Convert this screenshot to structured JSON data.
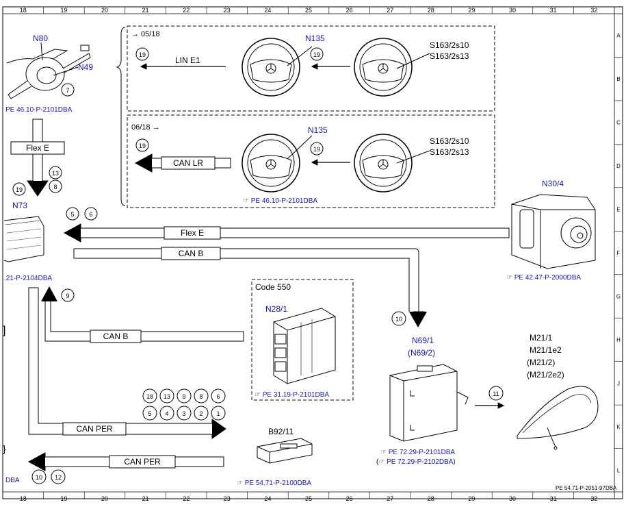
{
  "grid": {
    "columns": [
      "18",
      "19",
      "20",
      "21",
      "22",
      "23",
      "24",
      "25",
      "26",
      "27",
      "28",
      "29",
      "30",
      "31",
      "32"
    ],
    "rows": [
      "A",
      "B",
      "C",
      "D",
      "E",
      "F",
      "G",
      "H",
      "J",
      "K",
      "L"
    ]
  },
  "components": {
    "n80": "N80",
    "n49": "N49",
    "n135_top": "N135",
    "n135_bottom": "N135",
    "n73": "N73",
    "n30_4": "N30/4",
    "n28_1": "N28/1",
    "n69_1": "N69/1",
    "n69_2": "(N69/2)",
    "b92_11": "B92/11",
    "m21_1": "M21/1",
    "m21_1e2": "M21/1e2",
    "m21_2": "(M21/2)",
    "m21_2e2": "(M21/2e2)",
    "s163_top_1": "S163/2s10",
    "s163_top_2": "S163/2s13",
    "s163_bot_1": "S163/2s10",
    "s163_bot_2": "S163/2s13"
  },
  "boxes": {
    "top_date": "→ 05/18",
    "bottom_date": "06/18 →",
    "code550": "Code 550"
  },
  "signals": {
    "lin_e1": "LIN E1",
    "can_lr": "CAN LR",
    "flex_e_vertical": "Flex E",
    "flex_e_horizontal": "Flex E",
    "can_b_top": "CAN B",
    "can_b_left": "CAN B",
    "can_per_right": "CAN PER",
    "can_per_left": "CAN PER"
  },
  "callouts": {
    "c7": "7",
    "c19_top_left": "19",
    "c19_top_mid": "19",
    "c19_bot_left": "19",
    "c19_bot_mid": "19",
    "c13": "13",
    "c8": "8",
    "c19_left": "19",
    "c5": "5",
    "c6": "6",
    "c9": "9",
    "c10_mid": "10",
    "c11": "11",
    "row1": [
      "18",
      "13",
      "9",
      "8",
      "6"
    ],
    "row2": [
      "5",
      "4",
      "3",
      "2",
      "1"
    ],
    "c10_bottom": "10",
    "c12": "12"
  },
  "refs": {
    "pe_46_10_top": "PE 46.10-P-2101DBA",
    "pe_46_10_box": "PE 46.10-P-2101DBA",
    "pe_42_47": "PE 42.47-P-2000DBA",
    "pe_4_21": ".21-P-2104DBA",
    "pe_31_19": "PE 31.19-P-2101DBA",
    "pe_72_29_a": "PE 72.29-P-2101DBA",
    "pe_72_29_b": "PE 72.29-P-2102DBA)",
    "pe_72_29_b_paren": "(",
    "pe_54_71": "PE 54.71-P-2100DBA",
    "dba_bottom": "DBA",
    "doc_id": "PE 54.71-P-2051-97DBA",
    "bracket_left": "]",
    "bracket_left2": "}"
  },
  "colors": {
    "link_blue": "#1414c8",
    "line": "#000000"
  }
}
